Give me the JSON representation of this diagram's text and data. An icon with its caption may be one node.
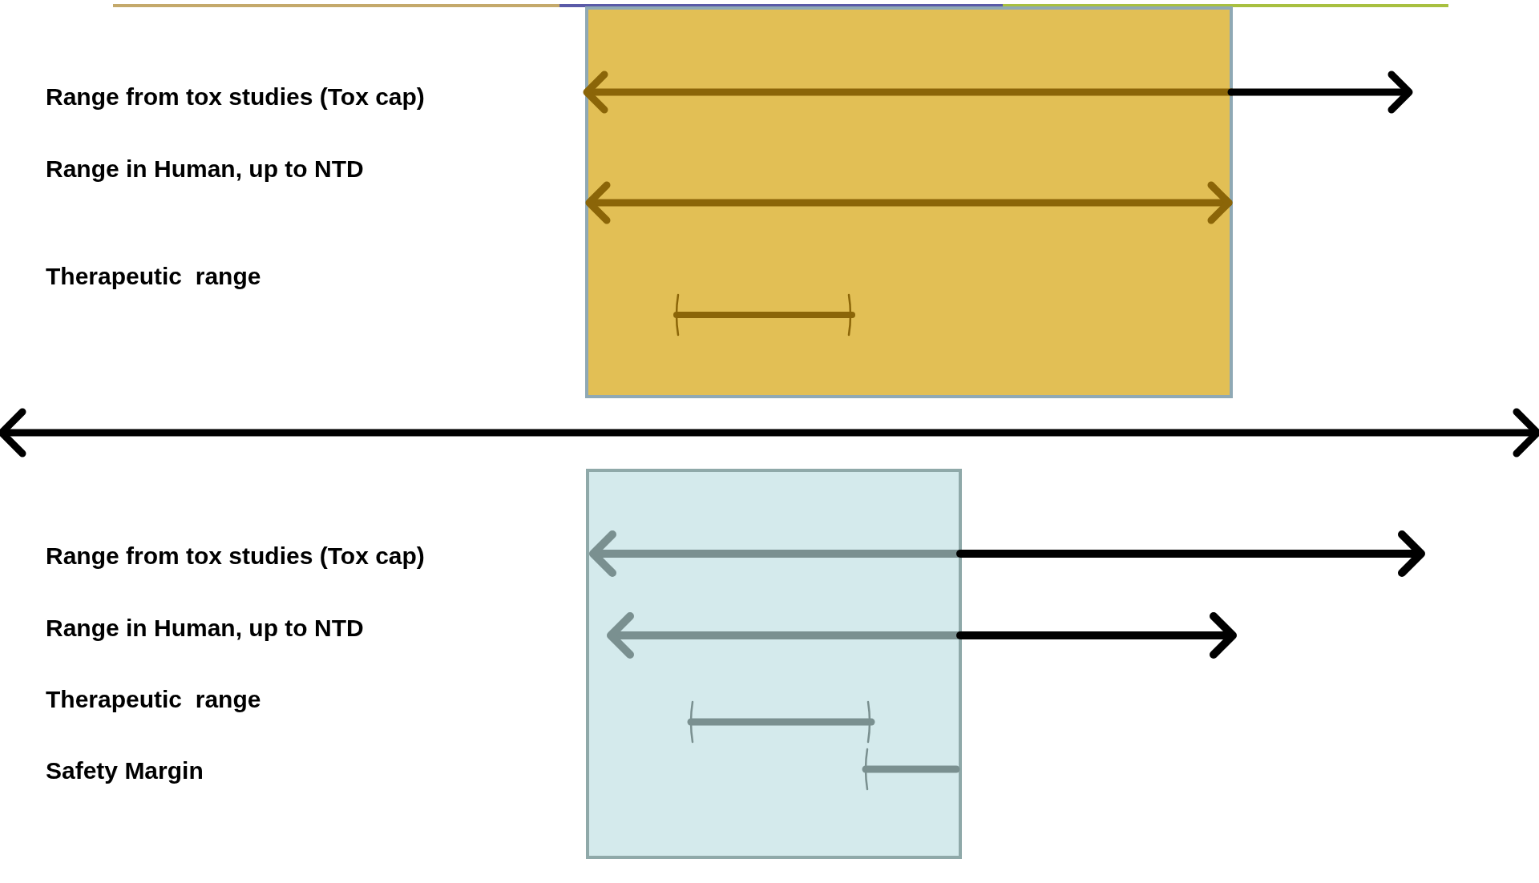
{
  "diagram": {
    "labels": [
      "Range from tox studies (Tox cap)",
      "Range in Human, up to NTD",
      "Therapeutic  range",
      "Range from tox studies (Tox cap)",
      "Range in Human, up to NTD",
      "Therapeutic  range",
      "Safety Margin"
    ]
  }
}
